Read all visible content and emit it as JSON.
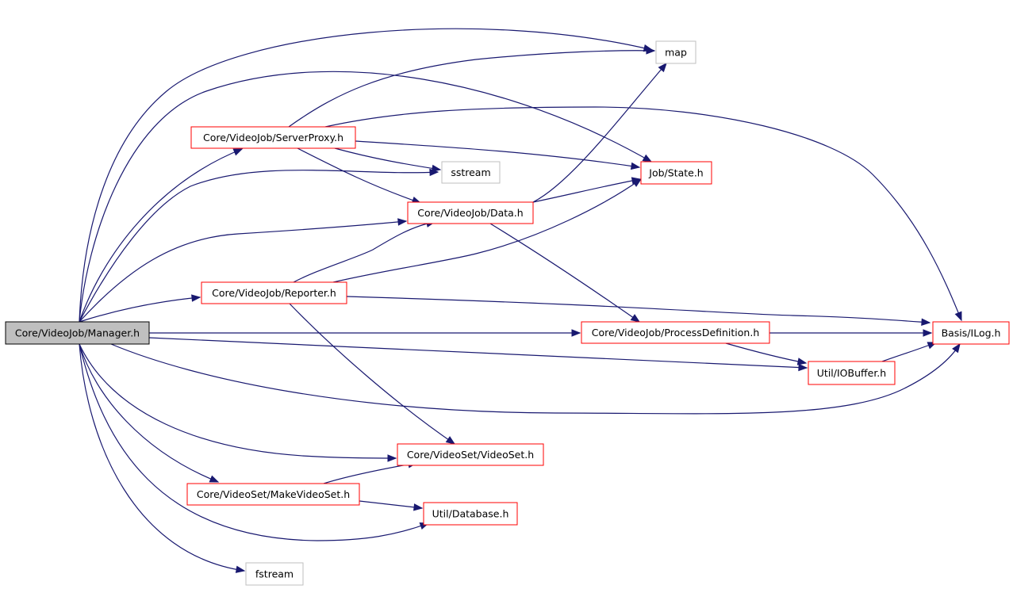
{
  "colors": {
    "edge": "#191970",
    "internal_border": "#ff0000",
    "external_border": "#bfbfbf",
    "root_border": "#000000",
    "root_fill": "#bfbfbf",
    "node_fill": "#ffffff"
  },
  "nodes": [
    {
      "id": "manager",
      "label": "Core/VideoJob/Manager.h",
      "kind": "root"
    },
    {
      "id": "map",
      "label": "map",
      "kind": "external"
    },
    {
      "id": "serverproxy",
      "label": "Core/VideoJob/ServerProxy.h",
      "kind": "internal"
    },
    {
      "id": "sstream",
      "label": "sstream",
      "kind": "external"
    },
    {
      "id": "state",
      "label": "Job/State.h",
      "kind": "internal"
    },
    {
      "id": "data",
      "label": "Core/VideoJob/Data.h",
      "kind": "internal"
    },
    {
      "id": "reporter",
      "label": "Core/VideoJob/Reporter.h",
      "kind": "internal"
    },
    {
      "id": "processdef",
      "label": "Core/VideoJob/ProcessDefinition.h",
      "kind": "internal"
    },
    {
      "id": "ilog",
      "label": "Basis/ILog.h",
      "kind": "internal"
    },
    {
      "id": "iobuffer",
      "label": "Util/IOBuffer.h",
      "kind": "internal"
    },
    {
      "id": "videoset",
      "label": "Core/VideoSet/VideoSet.h",
      "kind": "internal"
    },
    {
      "id": "makevideoset",
      "label": "Core/VideoSet/MakeVideoSet.h",
      "kind": "internal"
    },
    {
      "id": "database",
      "label": "Util/Database.h",
      "kind": "internal"
    },
    {
      "id": "fstream",
      "label": "fstream",
      "kind": "external"
    }
  ],
  "edges": [
    {
      "from": "manager",
      "to": "map"
    },
    {
      "from": "manager",
      "to": "serverproxy"
    },
    {
      "from": "manager",
      "to": "state"
    },
    {
      "from": "manager",
      "to": "sstream"
    },
    {
      "from": "manager",
      "to": "data"
    },
    {
      "from": "manager",
      "to": "reporter"
    },
    {
      "from": "manager",
      "to": "processdef"
    },
    {
      "from": "manager",
      "to": "iobuffer"
    },
    {
      "from": "manager",
      "to": "ilog"
    },
    {
      "from": "manager",
      "to": "videoset"
    },
    {
      "from": "manager",
      "to": "makevideoset"
    },
    {
      "from": "manager",
      "to": "database"
    },
    {
      "from": "manager",
      "to": "fstream"
    },
    {
      "from": "serverproxy",
      "to": "map"
    },
    {
      "from": "serverproxy",
      "to": "ilog"
    },
    {
      "from": "serverproxy",
      "to": "state"
    },
    {
      "from": "serverproxy",
      "to": "sstream"
    },
    {
      "from": "serverproxy",
      "to": "data"
    },
    {
      "from": "data",
      "to": "map"
    },
    {
      "from": "data",
      "to": "state"
    },
    {
      "from": "data",
      "to": "processdef"
    },
    {
      "from": "reporter",
      "to": "data"
    },
    {
      "from": "reporter",
      "to": "state"
    },
    {
      "from": "reporter",
      "to": "ilog"
    },
    {
      "from": "reporter",
      "to": "videoset"
    },
    {
      "from": "processdef",
      "to": "ilog"
    },
    {
      "from": "processdef",
      "to": "iobuffer"
    },
    {
      "from": "iobuffer",
      "to": "ilog"
    },
    {
      "from": "makevideoset",
      "to": "videoset"
    },
    {
      "from": "makevideoset",
      "to": "database"
    }
  ]
}
